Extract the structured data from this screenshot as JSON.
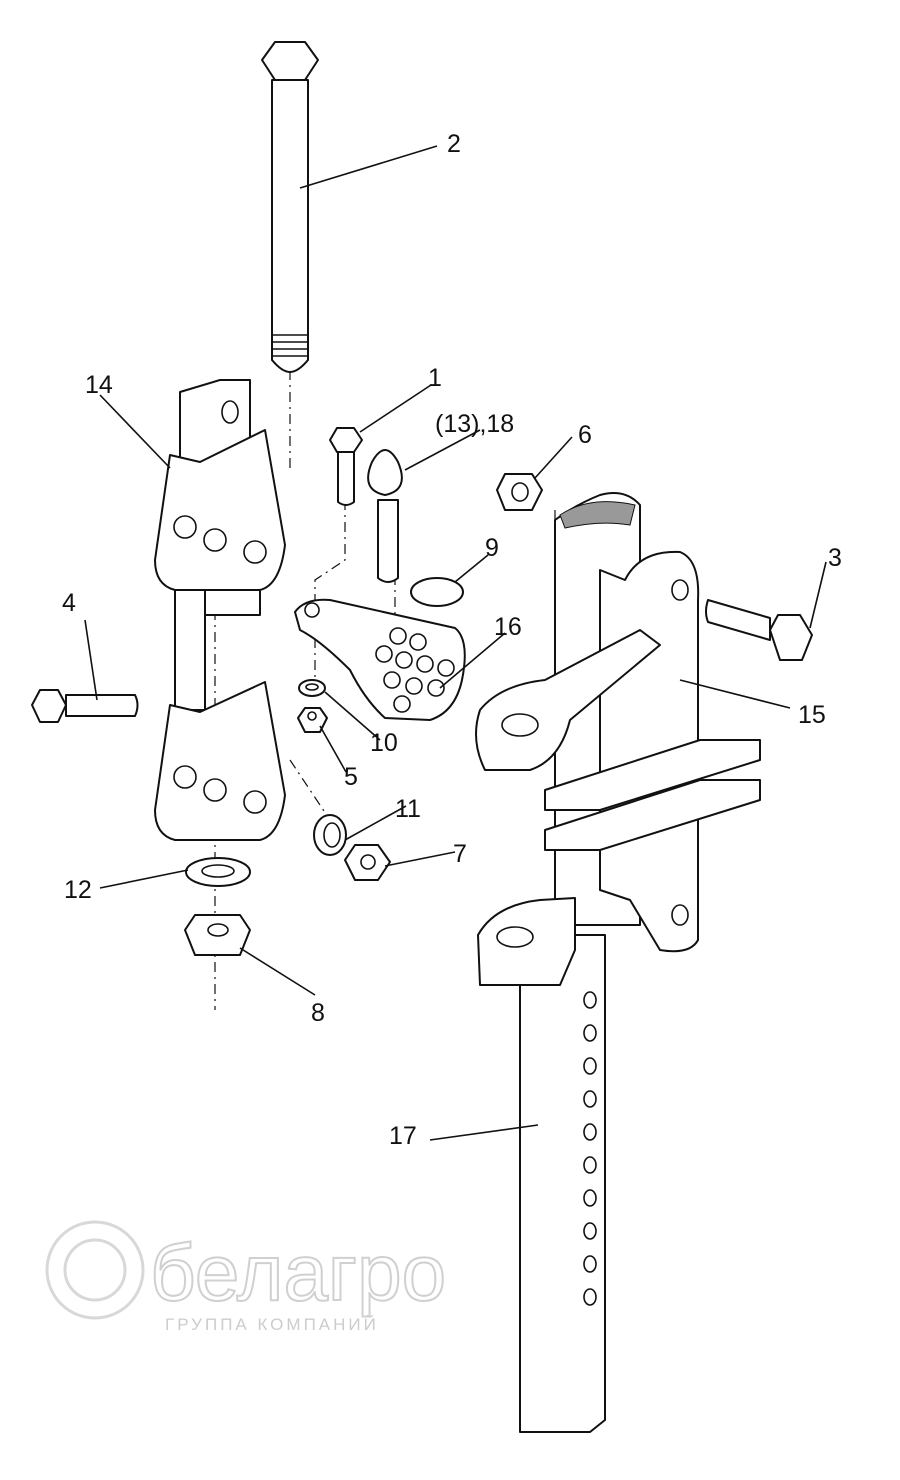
{
  "diagram": {
    "callouts": [
      "1",
      "2",
      "3",
      "4",
      "5",
      "6",
      "7",
      "8",
      "9",
      "10",
      "11",
      "12",
      "14",
      "15",
      "16",
      "17",
      "(13),18"
    ],
    "watermark": {
      "brand": "белагро",
      "tagline": "ГРУППА КОМПАНИЙ"
    }
  }
}
